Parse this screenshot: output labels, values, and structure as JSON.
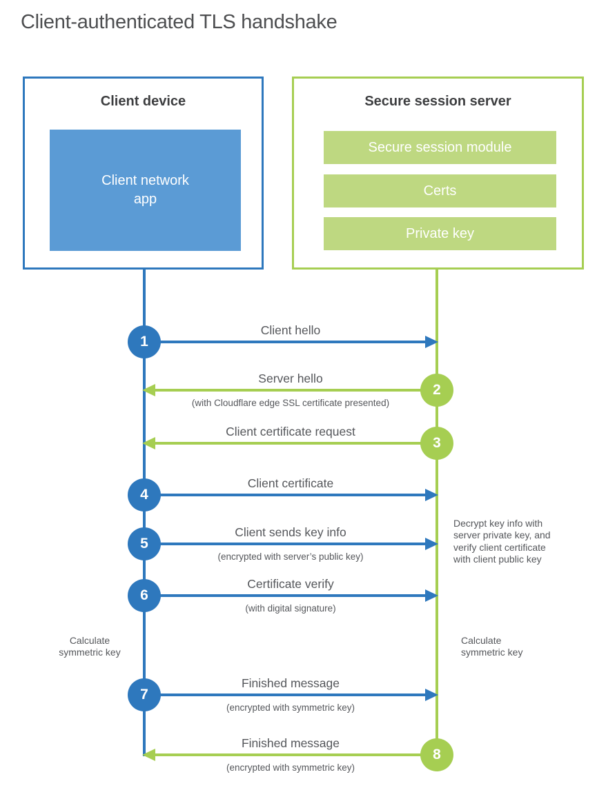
{
  "page": {
    "title": "Client-authenticated TLS handshake"
  },
  "colors": {
    "client_blue": "#2e78bd",
    "client_blue_fill": "#5b9bd5",
    "server_green": "#a6ce52",
    "server_green_fill": "#bed881",
    "label_text": "#54565a"
  },
  "client": {
    "title": "Client device",
    "app": "Client network\napp"
  },
  "server": {
    "title": "Secure session server",
    "bars": [
      "Secure session module",
      "Certs",
      "Private key"
    ]
  },
  "steps": [
    {
      "num": "1",
      "from": "client",
      "direction": "right",
      "label": "Client hello"
    },
    {
      "num": "2",
      "from": "server",
      "direction": "left",
      "label": "Server hello",
      "sub": "(with Cloudflare edge SSL certificate presented)"
    },
    {
      "num": "3",
      "from": "server",
      "direction": "left",
      "label": "Client certificate request"
    },
    {
      "num": "4",
      "from": "client",
      "direction": "right",
      "label": "Client certificate"
    },
    {
      "num": "5",
      "from": "client",
      "direction": "right",
      "label": "Client sends key info",
      "sub": "(encrypted with server’s public key)"
    },
    {
      "num": "6",
      "from": "client",
      "direction": "right",
      "label": "Certificate verify",
      "sub": "(with digital signature)"
    },
    {
      "num": "7",
      "from": "client",
      "direction": "right",
      "label": "Finished message",
      "sub": "(encrypted with symmetric key)"
    },
    {
      "num": "8",
      "from": "server",
      "direction": "left",
      "label": "Finished message",
      "sub": "(encrypted with symmetric key)"
    }
  ],
  "notes": {
    "calculate_left": "Calculate\nsymmetric key",
    "calculate_right": "Calculate\nsymmetric key",
    "decrypt": "Decrypt key info with\nserver private key, and\nverify client certificate\nwith client public key"
  }
}
